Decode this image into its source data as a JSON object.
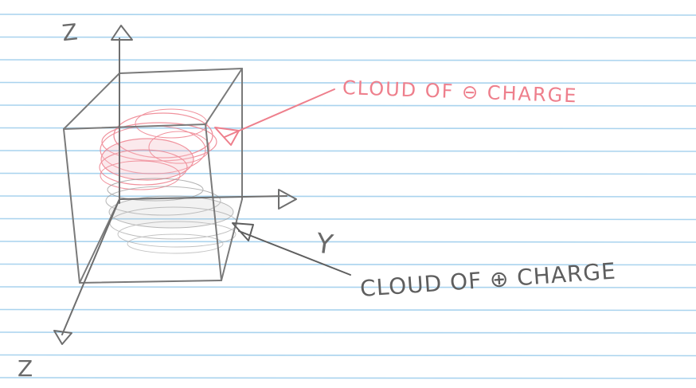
{
  "paper": {
    "line_color": "#a9d3ee",
    "line_count": 17
  },
  "colors": {
    "pencil": "#7a7a7a",
    "pencil_dark": "#5e5e5e",
    "red_pencil": "#ee7f8c",
    "red_fill": "#f4b7bf",
    "grey_fill": "#b8b8b8"
  },
  "labels": {
    "top_z_axis": "Z",
    "y_axis": "Y",
    "bottom_z_axis": "Z",
    "negative_cloud": "CLOUD OF ⊖ CHARGE",
    "positive_cloud": "CLOUD OF ⊕ CHARGE"
  }
}
